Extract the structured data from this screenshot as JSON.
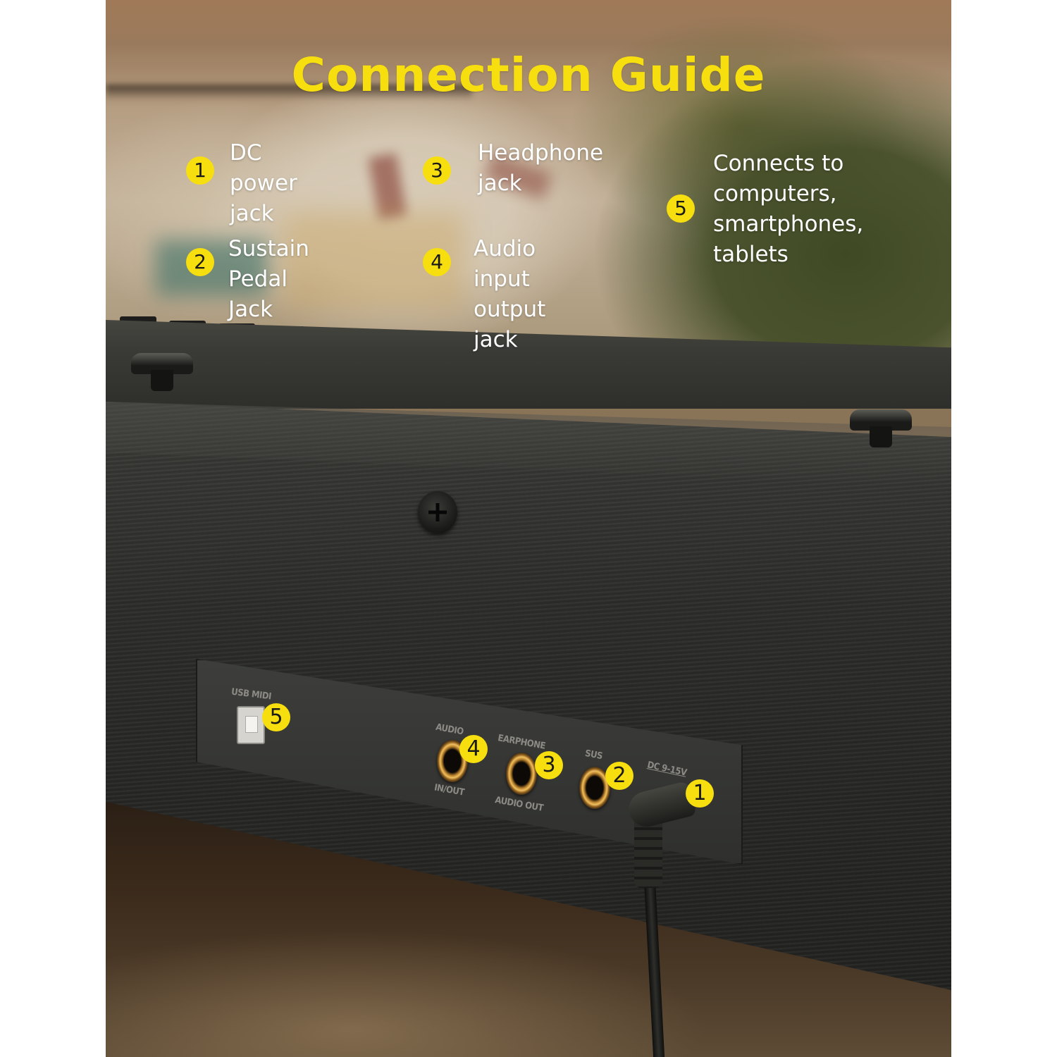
{
  "title": "Connection Guide",
  "colors": {
    "accent_yellow": "#f7df0f",
    "legend_text": "#ffffff",
    "badge_text": "#1a1a1a"
  },
  "legend": [
    {
      "number": "1",
      "label": "DC power\njack"
    },
    {
      "number": "2",
      "label": "Sustain\nPedal Jack"
    },
    {
      "number": "3",
      "label": "Headphone\njack"
    },
    {
      "number": "4",
      "label": "Audio input\noutput jack"
    },
    {
      "number": "5",
      "label": "Connects to\ncomputers,\nsmartphones,\ntablets"
    }
  ],
  "panel": {
    "labels": {
      "usb": "USB MIDI",
      "audio_top": "AUDIO",
      "audio_bottom": "IN/OUT",
      "earphone_top": "EARPHONE",
      "earphone_bottom": "AUDIO OUT",
      "sus": "SUS",
      "dc": "DC 9-15V"
    },
    "port_badges": [
      "5",
      "4",
      "3",
      "2",
      "1"
    ]
  }
}
